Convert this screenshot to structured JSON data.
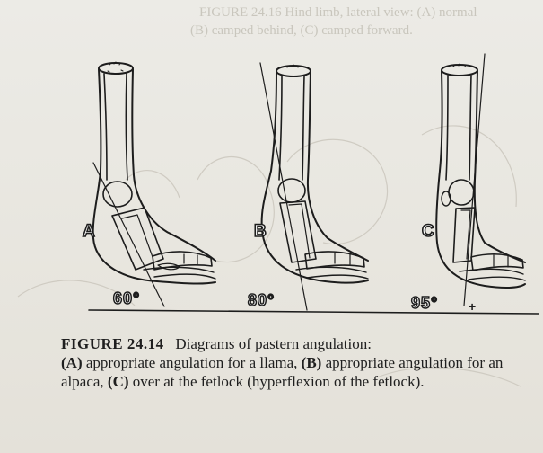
{
  "bleed_text": {
    "line1": "FIGURE 24.16   Hind limb, lateral view: (A) normal",
    "line2": "(B) camped behind, (C) camped forward."
  },
  "panels": [
    {
      "letter": "A",
      "angle": "60°"
    },
    {
      "letter": "B",
      "angle": "80°"
    },
    {
      "letter": "C",
      "angle": "95°",
      "marker": "+"
    }
  ],
  "caption": {
    "figure_label": "FIGURE 24.14",
    "intro": "Diagrams of pastern angulation:",
    "part_a_label": "(A)",
    "part_a_text": "appropriate angulation for a llama,",
    "part_b_label": "(B)",
    "part_b_text": "appropriate angulation for an alpaca,",
    "part_c_label": "(C)",
    "part_c_text": "over at the fetlock (hyperflexion of the fetlock)."
  }
}
